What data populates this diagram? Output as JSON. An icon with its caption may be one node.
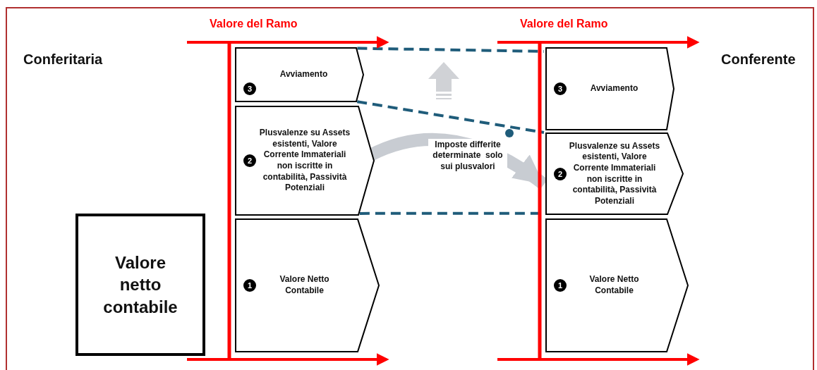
{
  "diagram": {
    "nodes": [
      {
        "text": [
          "Valore netto contabile"
        ]
      },
      {
        "text": [
          "3",
          "Avviamento"
        ]
      },
      {
        "text": [
          "2",
          "Plusvalenze su Assets esistenti, Valore Corrente Immateriali non iscritte in contabilità, Passività Potenziali"
        ]
      },
      {
        "text": [
          "1",
          "Valore Netto Contabile"
        ]
      },
      {
        "text": [
          "3",
          "Avviamento"
        ]
      },
      {
        "text": [
          "2",
          "Plusvalenze su Assets esistenti, Valore Corrente Immateriali non iscritte in contabilità, Passività Potenziali"
        ]
      },
      {
        "text": [
          "1",
          "Valore Netto Contabile"
        ]
      }
    ],
    "edges": [
      {
        "from": 1,
        "to": 4,
        "arrow": "none",
        "style": "dashed",
        "color": "#1f5c7a"
      },
      {
        "from": 1,
        "to": 5,
        "arrow": "none",
        "style": "dashed",
        "color": "#1f5c7a"
      },
      {
        "from": 2,
        "to": 5,
        "arrow": "none",
        "style": "dashed",
        "color": "#1f5c7a"
      },
      {
        "from": 2,
        "to": 5,
        "arrow": "to",
        "style": "thick",
        "color": "#c8ccd2",
        "label": "Imposte differite determinate  solo sui plusvalori"
      }
    ],
    "labels": [
      "Valore del Ramo",
      "Valore del Ramo",
      "Conferitaria",
      "Conferente"
    ]
  }
}
